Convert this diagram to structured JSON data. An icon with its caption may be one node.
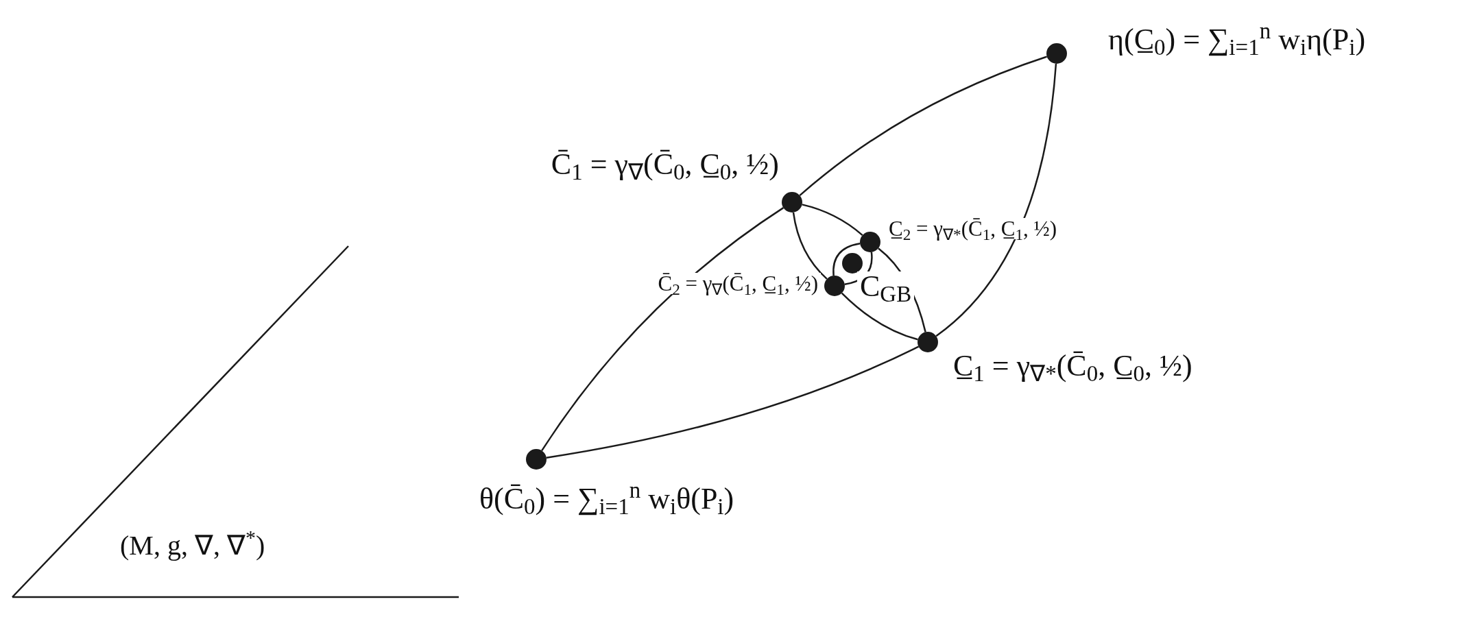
{
  "diagram": {
    "nodes": [
      {
        "text": [],
        "shape": "circle",
        "beside": [
          "η(C̲$_{0}$) = ∑$_{i=1}$$^{n}$ w$_{i}$η(P$_{i}$)"
        ]
      },
      {
        "text": [],
        "shape": "circle",
        "beside": [
          "C̄$_{1}$ = γ$_{∇}$(C̄$_{0}$, C̲$_{0}$, ½)"
        ]
      },
      {
        "text": [],
        "shape": "circle",
        "beside": [
          "C̲$_{2}$ = γ$_{∇*}$(C̄$_{1}$, C̲$_{1}$, ½)"
        ]
      },
      {
        "text": [],
        "shape": "circle",
        "beside": [
          "C$_{GB}$"
        ]
      },
      {
        "text": [],
        "shape": "circle",
        "beside": [
          "C̄$_{2}$ = γ$_{∇}$(C̄$_{1}$, C̲$_{1}$, ½)"
        ]
      },
      {
        "text": [],
        "shape": "circle",
        "beside": [
          "C̲$_{1}$ = γ$_{∇*}$(C̄$_{0}$, C̲$_{0}$, ½)"
        ]
      },
      {
        "text": [],
        "shape": "circle",
        "beside": [
          "θ(C̄$_{0}$) = ∑$_{i=1}$$^{n}$ w$_{i}$θ(P$_{i}$)"
        ]
      }
    ],
    "edges": [
      {
        "from": 6,
        "to": 1,
        "arrow": "none"
      },
      {
        "from": 1,
        "to": 0,
        "arrow": "none"
      },
      {
        "from": 6,
        "to": 5,
        "arrow": "none"
      },
      {
        "from": 0,
        "to": 5,
        "arrow": "none"
      },
      {
        "from": 1,
        "to": 4,
        "arrow": "none"
      },
      {
        "from": 1,
        "to": 2,
        "arrow": "none"
      },
      {
        "from": 4,
        "to": 5,
        "arrow": "none"
      },
      {
        "from": 2,
        "to": 5,
        "arrow": "none"
      },
      {
        "from": 4,
        "to": 2,
        "arrow": "none"
      },
      {
        "from": 4,
        "to": 2,
        "arrow": "none"
      }
    ],
    "labels": [
      "(M, g, ∇, ∇$^{*}$)"
    ]
  }
}
